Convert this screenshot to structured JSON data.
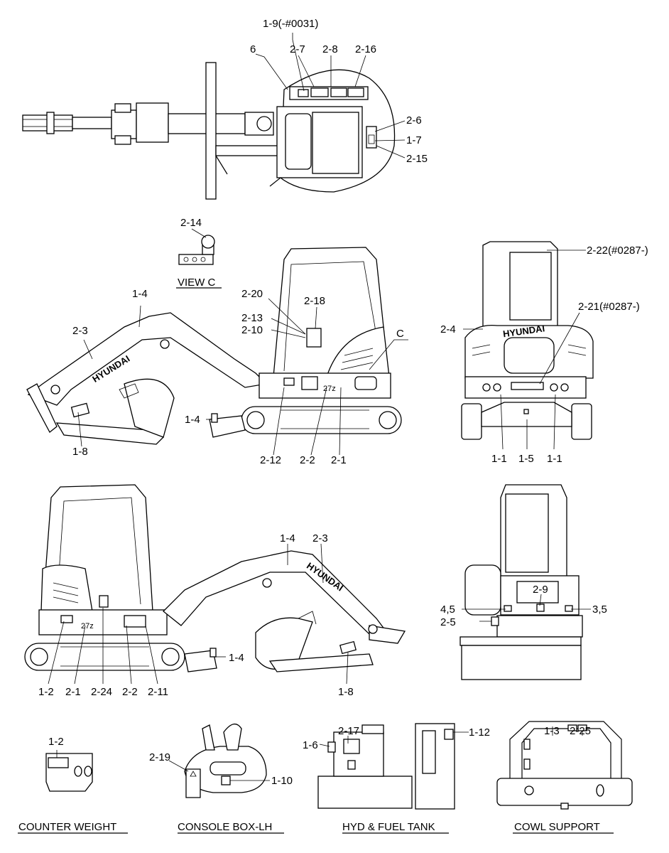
{
  "labels": {
    "top_1_9": "1-9(-#0031)",
    "top_6": "6",
    "top_2_7": "2-7",
    "top_2_8": "2-8",
    "top_2_16": "2-16",
    "top_2_6": "2-6",
    "top_1_7": "1-7",
    "top_2_15": "2-15",
    "side_2_14": "2-14",
    "side_1_4_boom": "1-4",
    "side_2_3": "2-3",
    "side_2_20": "2-20",
    "side_2_18": "2-18",
    "side_2_13": "2-13",
    "side_2_10": "2-10",
    "side_c": "C",
    "side_1_4_blade": "1-4",
    "side_1_8": "1-8",
    "side_2_12": "2-12",
    "side_2_2": "2-2",
    "side_2_1": "2-1",
    "rear_2_22": "2-22(#0287-)",
    "rear_2_21": "2-21(#0287-)",
    "rear_2_4": "2-4",
    "rear_1_1_left": "1-1",
    "rear_1_5": "1-5",
    "rear_1_1_right": "1-1",
    "left_1_4_boom": "1-4",
    "left_2_3": "2-3",
    "left_1_4_blade": "1-4",
    "left_1_8": "1-8",
    "left_1_2": "1-2",
    "left_2_1": "2-1",
    "left_2_24": "2-24",
    "left_2_2": "2-2",
    "left_2_11": "2-11",
    "front_2_9": "2-9",
    "front_4_5": "4,5",
    "front_3_5": "3,5",
    "front_2_5": "2-5",
    "cw_1_2": "1-2",
    "cb_2_19": "2-19",
    "cb_1_10": "1-10",
    "tank_2_17": "2-17",
    "tank_1_6": "1-6",
    "tank_1_12": "1-12",
    "cowl_1_3": "1-3",
    "cowl_2_25": "2-25"
  },
  "captions": {
    "view_c": "VIEW C",
    "counter_weight": "COUNTER WEIGHT",
    "console_box": "CONSOLE BOX-LH",
    "hyd_fuel_tank": "HYD & FUEL TANK",
    "cowl_support": "COWL SUPPORT"
  },
  "decals": {
    "brand_rear": "HYUNDAI",
    "brand_boom": "HYUNDAI",
    "brand_boom_left": "HYUNDAI",
    "model": "27z"
  }
}
